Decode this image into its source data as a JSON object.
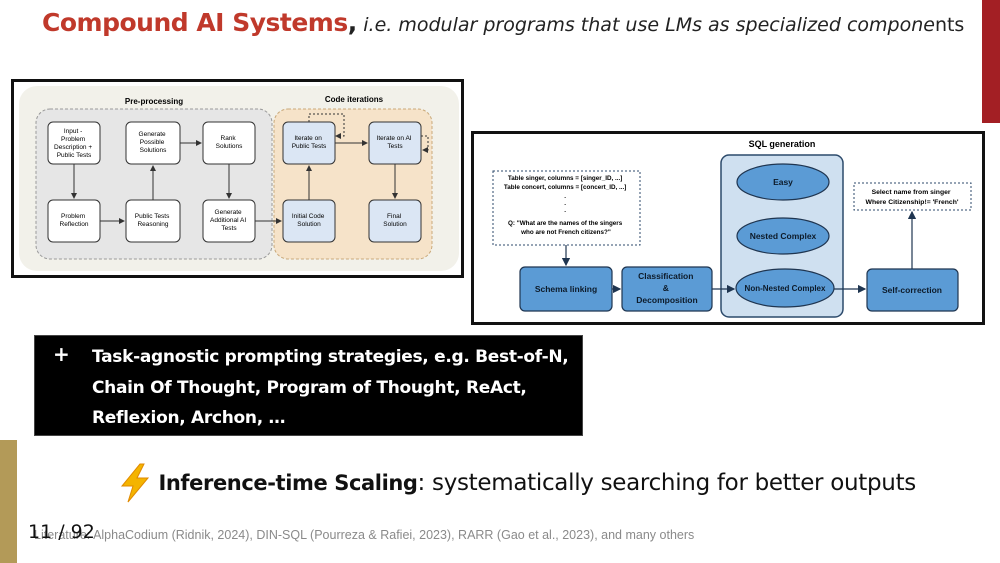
{
  "title": {
    "main": "Compound AI Systems",
    "comma": ",",
    "subtitle": " i.e. modular programs that use LMs as specialized compone",
    "tail": "nts"
  },
  "figure_alphacodium": {
    "preprocessing_label": "Pre-processing",
    "code_iterations_label": "Code iterations",
    "nodes": {
      "input": [
        "Input -",
        "Problem",
        "Description +",
        "Public Tests"
      ],
      "generate_solutions": [
        "Generate",
        "Possible",
        "Solutions"
      ],
      "rank": [
        "Rank",
        "Solutions"
      ],
      "iterate_public": [
        "Iterate on",
        "Public Tests"
      ],
      "iterate_ai": [
        "Iterate on AI",
        "Tests"
      ],
      "problem_reflection": [
        "Problem",
        "Reflection"
      ],
      "public_reasoning": [
        "Public Tests",
        "Reasoning"
      ],
      "generate_ai_tests": [
        "Generate",
        "Additional AI",
        "Tests"
      ],
      "initial_code": [
        "Initial Code",
        "Solution"
      ],
      "final": [
        "Final",
        "Solution"
      ]
    }
  },
  "figure_dinsql": {
    "heading": "SQL generation",
    "schema_lines": [
      "Table singer, columns = [singer_ID, ...]",
      "Table concert, columns = [concert_ID, ...]",
      ".",
      ".",
      ".",
      "Q: \"What are the names of the singers",
      "who are not French citizens?\""
    ],
    "sql_lines": [
      "Select name from singer",
      "Where Citizenship!= 'French'"
    ],
    "schema_linking": "Schema linking",
    "classification": [
      "Classification",
      "&",
      "Decomposition"
    ],
    "easy": "Easy",
    "nested_complex": "Nested Complex",
    "non_nested_complex": "Non-Nested Complex",
    "self_correction": "Self-correction"
  },
  "bullet": {
    "marker": "+",
    "text": "Task-agnostic prompting strategies, e.g. Best-of-N, Chain Of Thought, Program of Thought, ReAct, Reflexion, Archon, …"
  },
  "scaling": {
    "icon": "lightning-bolt-icon",
    "strong": "Inference-time Scaling",
    "rest": ": systematically searching for better outputs"
  },
  "footnote": "Literature: AlphaCodium (Ridnik, 2024), DIN-SQL (Pourreza & Rafiei, 2023), RARR (Gao et al., 2023), and many others",
  "page_number": "11 / 92",
  "colors": {
    "title_red": "#c0392b",
    "accent_red": "#a31f24",
    "accent_gold": "#b39a58",
    "diagram_blue": "#5b9bd5",
    "diagram_light_blue": "#d6e6f5"
  }
}
